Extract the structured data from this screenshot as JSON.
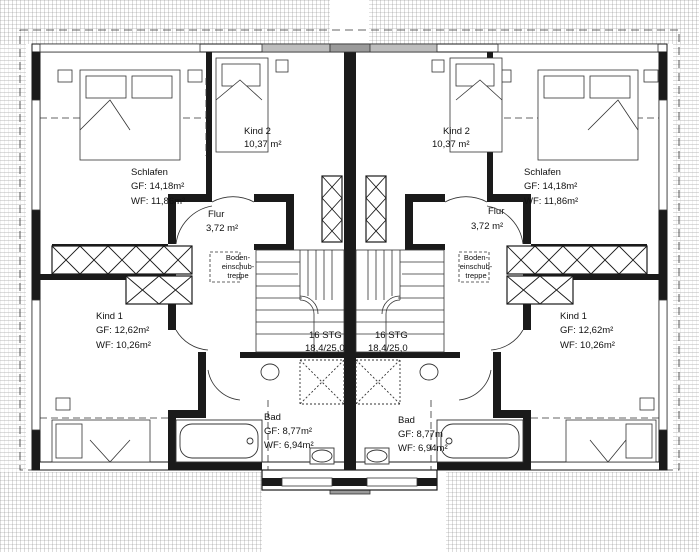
{
  "rooms": {
    "kind2_left": {
      "name": "Kind 2",
      "area": "10,37 m²"
    },
    "kind2_right": {
      "name": "Kind 2",
      "area": "10,37 m²"
    },
    "schlafen_left": {
      "name": "Schlafen",
      "gf": "GF: 14,18m²",
      "wf": "WF: 11,86m²"
    },
    "schlafen_right": {
      "name": "Schlafen",
      "gf": "GF: 14,18m²",
      "wf": "WF: 11,86m²"
    },
    "flur_left": {
      "name": "Flur",
      "area": "3,72 m²"
    },
    "flur_right": {
      "name": "Flur",
      "area": "3,72 m²"
    },
    "kind1_left": {
      "name": "Kind 1",
      "gf": "GF: 12,62m²",
      "wf": "WF: 10,26m²"
    },
    "kind1_right": {
      "name": "Kind 1",
      "gf": "GF: 12,62m²",
      "wf": "WF: 10,26m²"
    },
    "bad_left": {
      "name": "Bad",
      "gf": "GF: 8,77m²",
      "wf": "WF: 6,94m²"
    },
    "bad_right": {
      "name": "Bad",
      "gf": "GF: 8,77m",
      "wf": "WF: 6,94m²"
    }
  },
  "stairs": {
    "left": {
      "steps": "16 STG",
      "ratio": "18,4/25,0"
    },
    "right": {
      "steps": "16 STG",
      "ratio": "18,4/25,0"
    }
  },
  "hatch": {
    "left": "Boden-\neinschub-\ntreppe",
    "right": "Boden-\neinschub-\ntreppe"
  },
  "colors": {
    "wall": "#1a1a1a",
    "line": "#333333",
    "roof": "#9a9a9a",
    "window": "#bdbdbd"
  }
}
